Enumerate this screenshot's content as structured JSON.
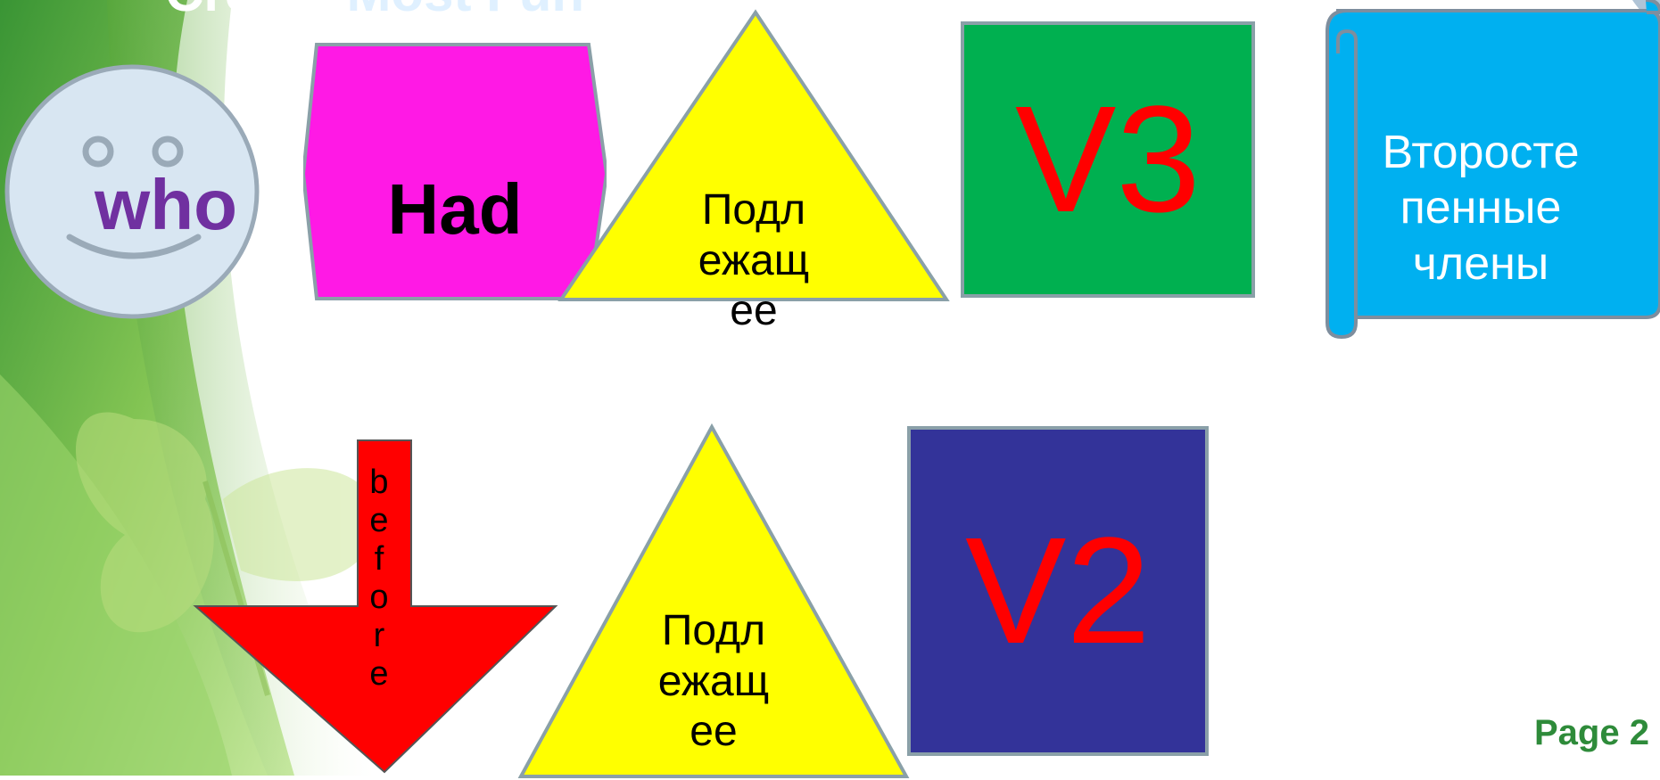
{
  "title": {
    "before": "Create",
    "accent": "Most Fun"
  },
  "shapes": {
    "smiley_label": "who",
    "hexagon_label": "Had",
    "triangle_top_label": "Подл\nежащ\nее",
    "green_square_label": "V3",
    "scroll_label": "Второсте\nпенные\nчлены",
    "arrow_label": "before",
    "triangle_bottom_label": "Подл\nежащ\nее",
    "blue_square_label": "V2"
  },
  "footer": {
    "page_label": "Page 2"
  },
  "colors": {
    "smiley_text": "#7030a0",
    "hexagon_fill": "#ff19e5",
    "triangle_fill": "#ffff00",
    "green_square_fill": "#00b050",
    "blue_square_fill": "#333399",
    "v_text": "#ff0000",
    "scroll_fill": "#00b0f0",
    "arrow_fill": "#ff0000",
    "page_text": "#2e8b3a"
  }
}
